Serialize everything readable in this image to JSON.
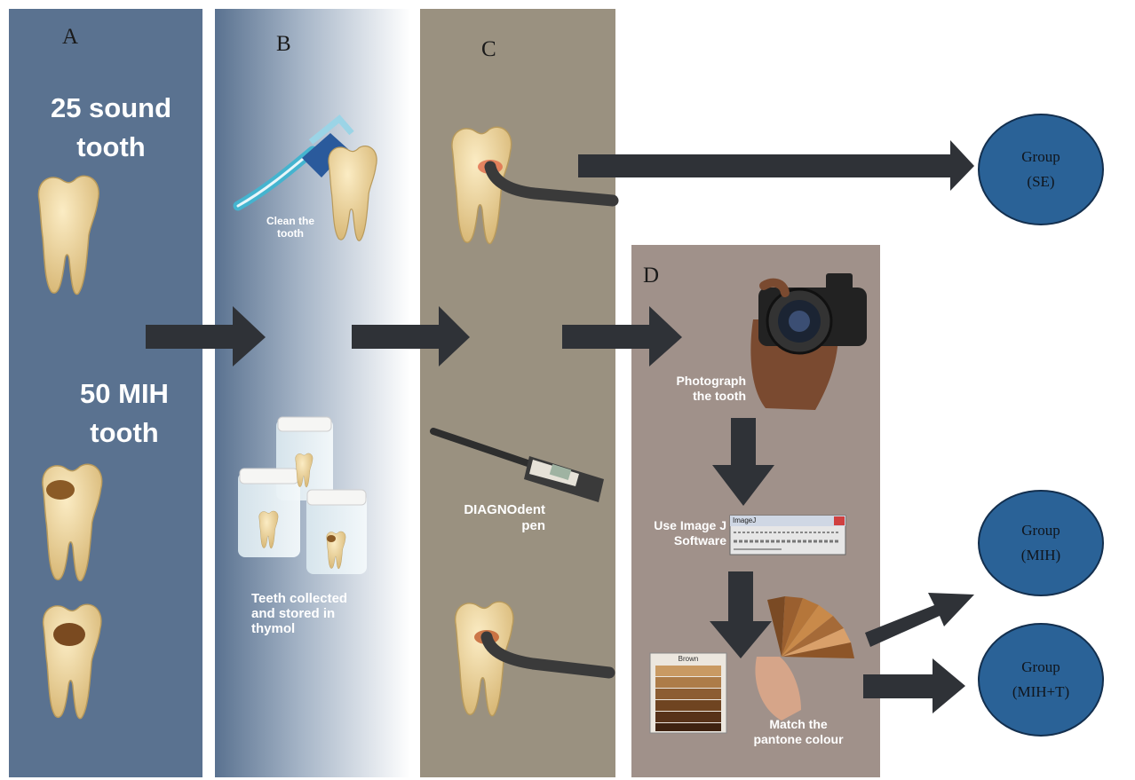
{
  "panels": {
    "a": {
      "letter": "A",
      "sound_label_1": "25 sound",
      "sound_label_2": "tooth",
      "mih_label_1": "50 MIH",
      "mih_label_2": "tooth"
    },
    "b": {
      "letter": "B",
      "clean_1": "Clean the",
      "clean_2": "tooth",
      "collect_1": "Teeth collected",
      "collect_2": "and stored in",
      "collect_3": "thymol"
    },
    "c": {
      "letter": "C",
      "pen_1": "DIAGNOdent",
      "pen_2": "pen"
    },
    "d": {
      "letter": "D",
      "photo_1": "Photograph",
      "photo_2": "the tooth",
      "imagej_1": "Use Image J",
      "imagej_2": "Software",
      "match_1": "Match the",
      "match_2": "pantone colour",
      "imagej_window_title": "ImageJ",
      "chart_title": "Brown"
    }
  },
  "groups": [
    {
      "line1": "Group",
      "line2": "(SE)"
    },
    {
      "line1": "Group",
      "line2": "(MIH)"
    },
    {
      "line1": "Group",
      "line2": "(MIH+T)"
    }
  ],
  "colors": {
    "panel_a": "#5a7290",
    "panel_c": "#9a9180",
    "panel_d": "#a0918a",
    "group_fill": "#2a6297",
    "arrow": "#2f3237"
  }
}
